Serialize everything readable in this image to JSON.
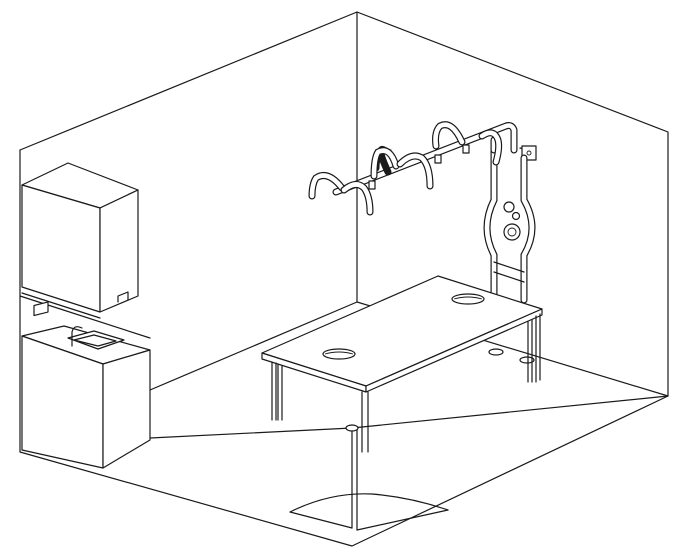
{
  "figure": {
    "kind": "isometric line drawing",
    "colors": {
      "line": "#1a1a1a",
      "background": "#ffffff"
    },
    "components": [
      "room-walls",
      "wall-cabinet",
      "base-cabinet-with-sink",
      "ceiling-light-boom",
      "wall-column-with-fittings",
      "work-table",
      "door-swing"
    ]
  }
}
